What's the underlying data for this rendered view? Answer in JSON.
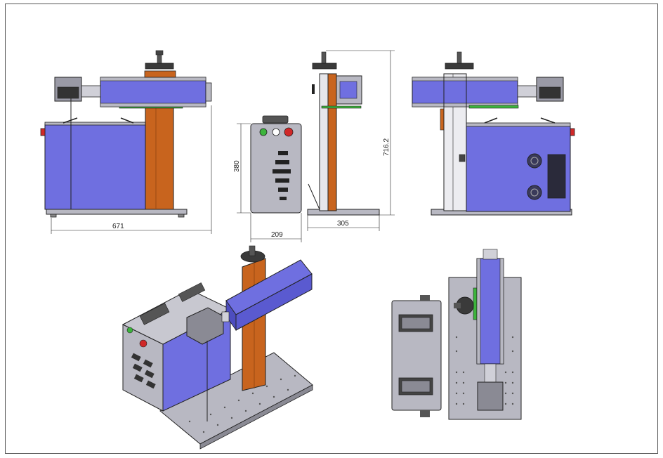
{
  "dimensions": {
    "front_width": "671",
    "cabinet_height": "380",
    "cabinet_depth": "209",
    "base_depth": "305",
    "total_height": "716.2"
  },
  "colors": {
    "blue": "#6f6fe0",
    "blue_dark": "#4d4dbf",
    "orange": "#c8641e",
    "orange_dark": "#9a4a12",
    "grey": "#b8b8c2",
    "grey_dark": "#8a8a94",
    "green": "#3cb43c",
    "red": "#d02828",
    "line": "#222222"
  }
}
